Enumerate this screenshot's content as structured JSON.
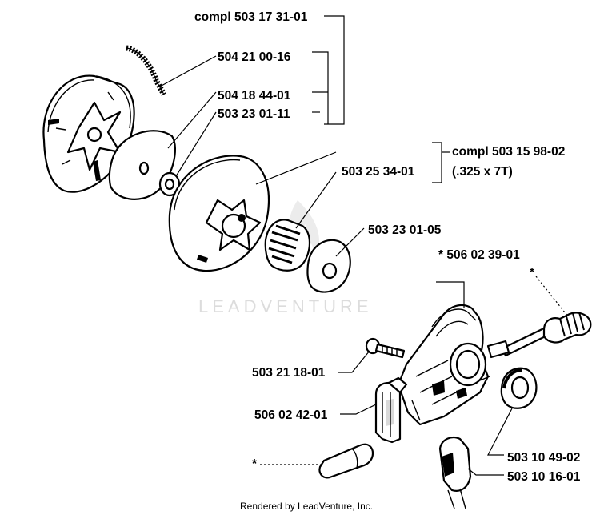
{
  "watermark": "LEADVENTURE",
  "footer": "Rendered by LeadVenture, Inc.",
  "labels": {
    "compl_clutch": "compl 503 17 31-01",
    "spring": "504 21 00-16",
    "washer_plate": "504 18 44-01",
    "small_washer": "503 23 01-11",
    "compl_drum": "compl 503 15 98-02",
    "drum_spec": "(.325 x 7T)",
    "needle_bearing": "503 25 34-01",
    "washer": "503 23 01-05",
    "oil_pump_star": "* 506 02 39-01",
    "screw": "503 21 18-01",
    "guide": "506 02 42-01",
    "seal": "503 10 49-02",
    "fitting": "503 10 16-01",
    "star_worm": "*",
    "star_pin": "*"
  }
}
